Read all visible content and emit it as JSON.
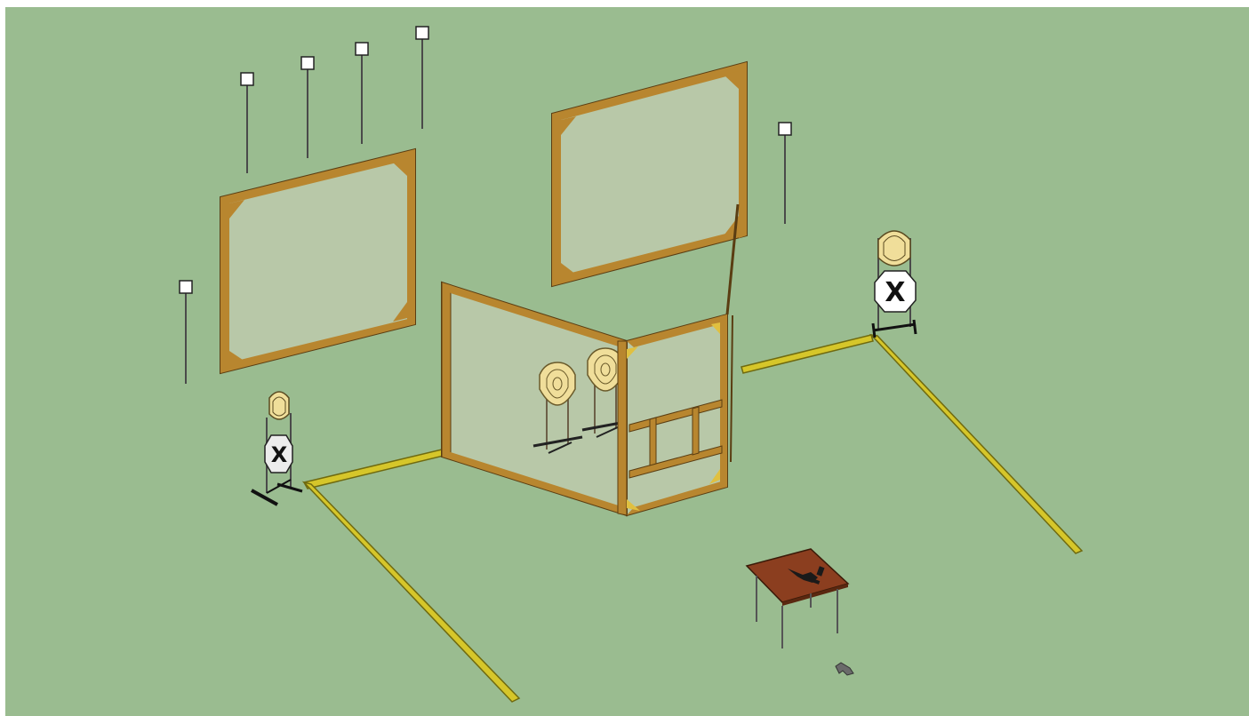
{
  "scene": {
    "colors": {
      "ground": "#9abc90",
      "frame_wood": "#b8862f",
      "frame_dark": "#5a3d12",
      "mesh_panel": "#b8c8a8",
      "fault_line": "#d6c62a",
      "fault_line_dark": "#6f6a10",
      "target_steel_fill": "#f0de9a",
      "table_top": "#8b3e1f",
      "pole": "#4a4a4a",
      "no_shoot_fill": "#ffffff"
    },
    "no_shoot_targets": [
      {
        "id": "left",
        "label": "X"
      },
      {
        "id": "right",
        "label": "X"
      }
    ],
    "icons": [
      "light-pole-icon",
      "paper-target-icon",
      "no-shoot-target-icon",
      "pistol-icon",
      "loading-table-icon"
    ]
  }
}
